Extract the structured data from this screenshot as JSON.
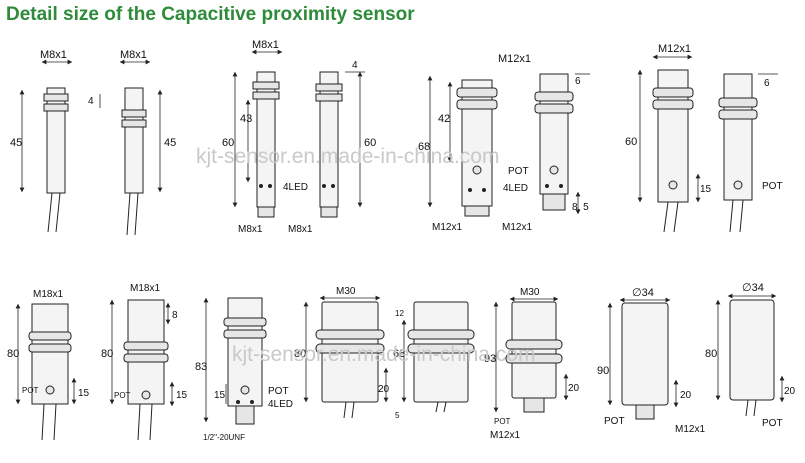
{
  "title": "Detail size of the Capacitive proximity sensor",
  "watermark": "kjt-sensor.en.made-in-china.com",
  "row1": {
    "s1": {
      "thread": "M8x1",
      "len": "45"
    },
    "s2": {
      "thread": "M8x1",
      "len": "45",
      "gap": "4"
    },
    "s3": {
      "thread": "M8x1",
      "len": "60",
      "body": "43",
      "bottom": "M8x1"
    },
    "s4": {
      "len": "60",
      "gap": "4",
      "led": "4LED",
      "bottom": "M8x1"
    },
    "s5": {
      "len": "68",
      "body": "42",
      "pot": "POT",
      "bottom": "M12x1"
    },
    "s6": {
      "thread": "M12x1",
      "gap": "6",
      "pot": "POT",
      "led": "4LED",
      "tail": "8. 5",
      "bottom": "M12x1"
    },
    "s7": {
      "thread": "M12x1",
      "len": "60",
      "pot_len": "15"
    },
    "s8": {
      "gap": "6",
      "pot": "POT"
    }
  },
  "row2": {
    "s1": {
      "thread": "M18x1",
      "len": "80",
      "pot": "POT",
      "pot_len": "15"
    },
    "s2": {
      "thread": "M18x1",
      "len": "80",
      "gap": "8",
      "pot": "POT",
      "pot_len": "15"
    },
    "s3": {
      "len": "83",
      "pot_len": "15",
      "pot": "POT",
      "led": "4LED",
      "bottom": "1/2\"-20UNF"
    },
    "s4": {
      "thread": "M30",
      "len": "80",
      "pot_len": "20"
    },
    "s5": {
      "top": "12",
      "len": "68",
      "bottom_gap": "5"
    },
    "s6": {
      "thread": "M30",
      "len": "93",
      "pot_len": "20",
      "pot": "POT",
      "bottom": "M12x1"
    },
    "s7": {
      "dia": "∅34",
      "len": "90",
      "pot_len": "20",
      "pot": "POT",
      "bottom": "M12x1"
    },
    "s8": {
      "dia": "∅34",
      "len": "80",
      "pot_len": "20",
      "pot": "POT"
    }
  }
}
